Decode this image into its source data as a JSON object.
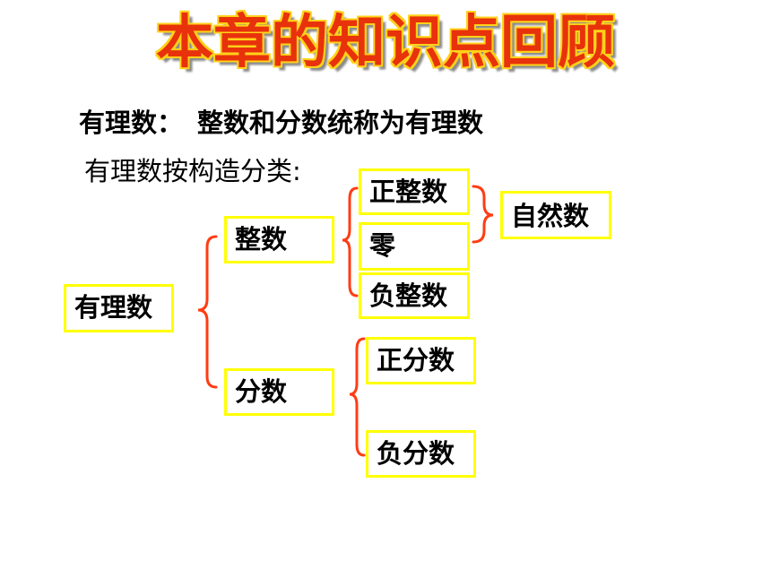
{
  "title": "本章的知识点回顾",
  "definition": {
    "term": "有理数：",
    "text": "整数和分数统称为有理数"
  },
  "classification_heading": "有理数按构造分类:",
  "tree": {
    "root": "有理数",
    "integer": "整数",
    "fraction": "分数",
    "positive_integer": "正整数",
    "zero": "零",
    "negative_integer": "负整数",
    "natural_number": "自然数",
    "positive_fraction": "正分数",
    "negative_fraction": "负分数"
  },
  "colors": {
    "title_fill": "#e8320c",
    "title_outline": "#ffd21a",
    "box_border": "#ffff00",
    "brace": "#ff3c14"
  }
}
